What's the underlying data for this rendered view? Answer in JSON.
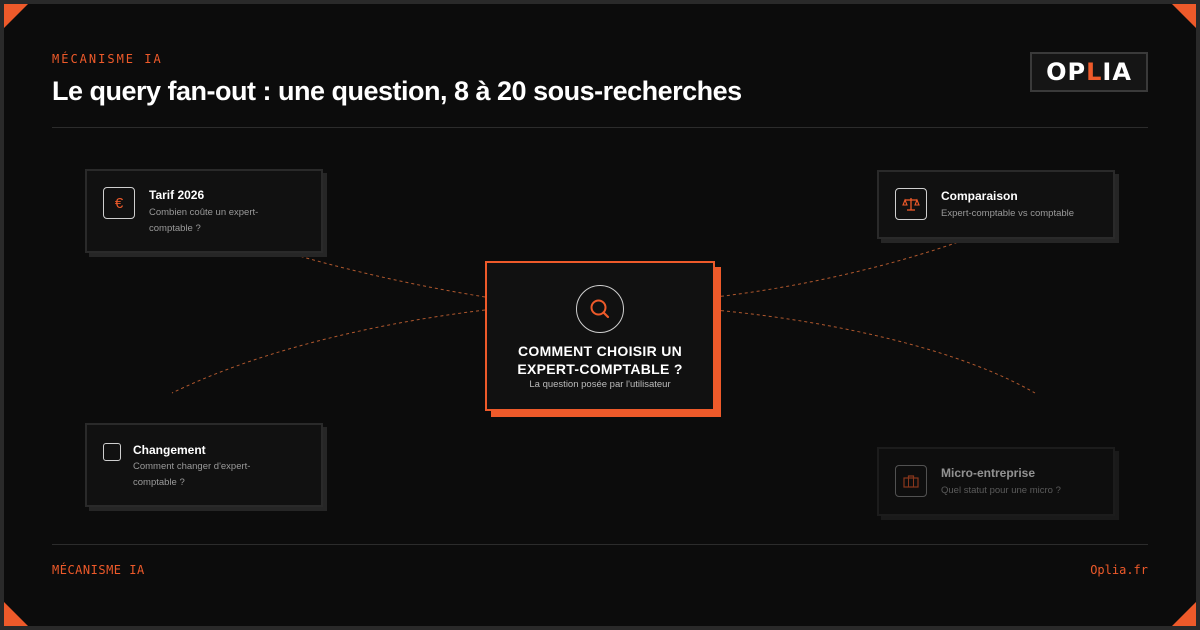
{
  "header": {
    "eyebrow": "MÉCANISME IA",
    "title": "Le query fan-out : une question, 8 à 20 sous-recherches"
  },
  "logo": {
    "text_left": "OP",
    "text_accent": "L",
    "text_right": "IA"
  },
  "center_node": {
    "question_line1": "COMMENT CHOISIR UN",
    "question_line2": "EXPERT-COMPTABLE ?",
    "caption": "La question posée par l'utilisateur",
    "icon": "search-icon"
  },
  "nodes": [
    {
      "title": "Tarif 2026",
      "subtitle": "Combien coûte un expert-comptable ?",
      "icon": "euro-icon",
      "icon_glyph": "€"
    },
    {
      "title": "Comparaison",
      "subtitle": "Expert-comptable vs comptable",
      "icon": "scale-icon"
    },
    {
      "title": "Changement",
      "subtitle": "Comment changer d'expert-comptable ?",
      "icon": "checkbox-icon"
    },
    {
      "title": "Micro-entreprise",
      "subtitle": "Quel statut pour une micro ?",
      "icon": "briefcase-icon"
    }
  ],
  "footer": {
    "left": "MÉCANISME IA",
    "right": "Oplia.fr"
  },
  "colors": {
    "accent": "#ee5a2a",
    "background": "#0c0c0c",
    "card": "#111111"
  }
}
